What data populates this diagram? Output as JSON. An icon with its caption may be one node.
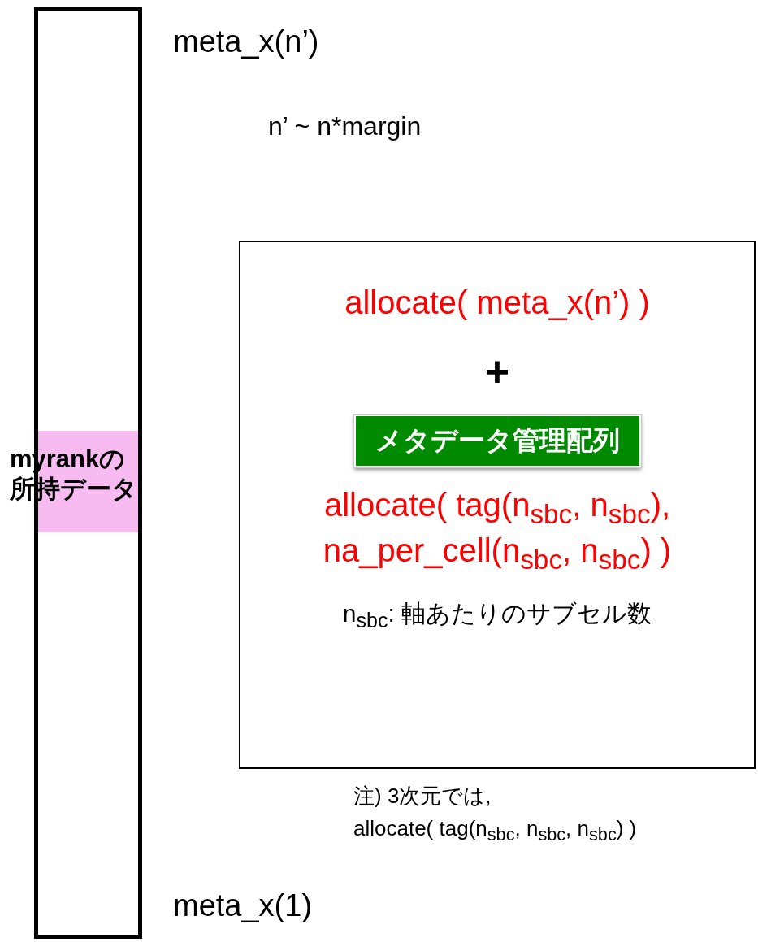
{
  "diagram": {
    "nodes": [
      {
        "text": [],
        "shape": "bar"
      },
      {
        "text": [
          "myrankの所持データ"
        ],
        "in": 0
      },
      {
        "text": [
          "allocate( meta_x(n’) )",
          "+",
          "allocate( tag(n$_{sbc}$, n$_{sbc}$), na_per_cell(n$_{sbc}$, n$_{sbc}$) )",
          "n$_{sbc}$: 軸あたりのサブセル数"
        ]
      },
      {
        "text": [
          "メタデータ管理配列"
        ],
        "in": 2
      }
    ],
    "labels": [
      "meta_x(n’)",
      "n’ ~ n*margin",
      "注) 3次元では,",
      "allocate( tag(n$_{sbc}$, n$_{sbc}$, n$_{sbc}$) )",
      "meta_x(1)"
    ]
  }
}
